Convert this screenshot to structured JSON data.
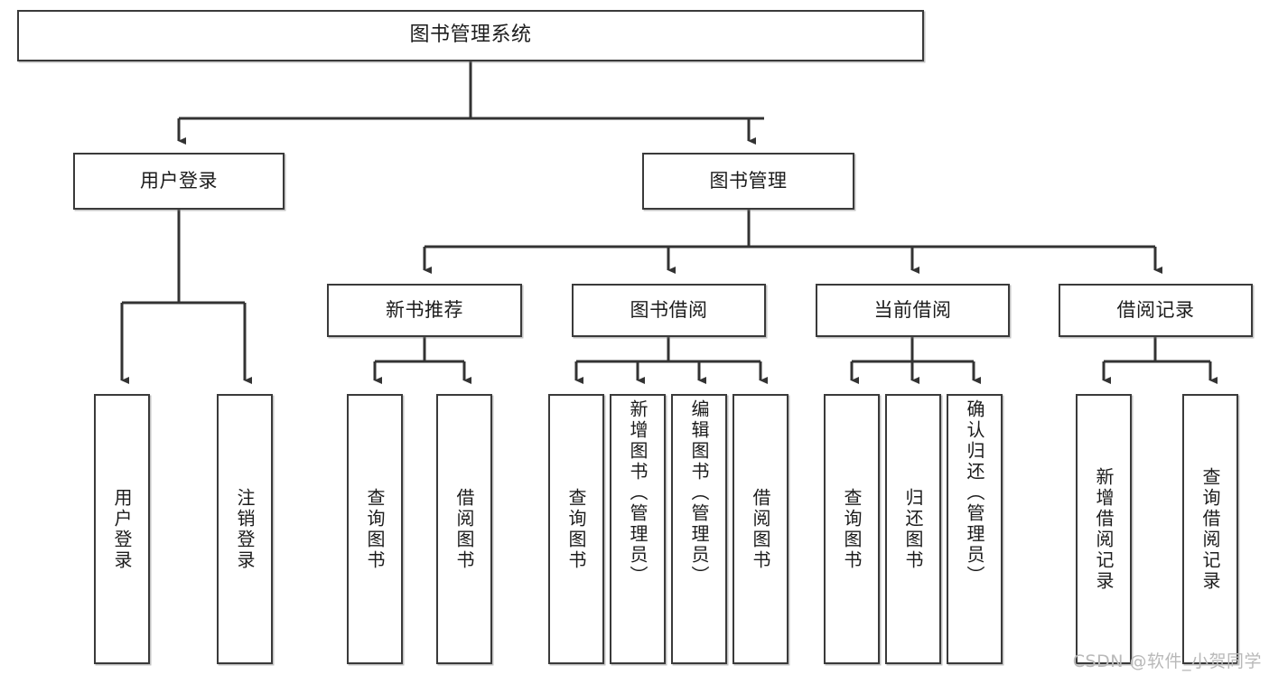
{
  "diagram": {
    "type": "tree",
    "title": "图书管理系统",
    "watermark": "CSDN @软件_小贺同学",
    "colors": {
      "box_border": "#3a3a3a",
      "box_fill": "#ffffff",
      "connector": "#333333",
      "text": "#1c1c1c",
      "watermark": "#b9b9b9"
    },
    "nodes": {
      "root": {
        "label": "图书管理系统"
      },
      "level2": [
        {
          "id": "user-login",
          "label": "用户登录"
        },
        {
          "id": "book-manage",
          "label": "图书管理"
        }
      ],
      "level3": [
        {
          "id": "new-book-recommend",
          "label": "新书推荐"
        },
        {
          "id": "book-borrow",
          "label": "图书借阅"
        },
        {
          "id": "current-borrow",
          "label": "当前借阅"
        },
        {
          "id": "borrow-record",
          "label": "借阅记录"
        }
      ],
      "leaves": {
        "user-login": [
          {
            "id": "leaf-user-login",
            "label": "用户登录"
          },
          {
            "id": "leaf-user-logout",
            "label": "注销登录"
          }
        ],
        "new-book-recommend": [
          {
            "id": "leaf-query-book-1",
            "label": "查询图书"
          },
          {
            "id": "leaf-borrow-book-1",
            "label": "借阅图书"
          }
        ],
        "book-borrow": [
          {
            "id": "leaf-query-book-2",
            "label": "查询图书"
          },
          {
            "id": "leaf-add-book",
            "label": "新增图书（管理员）"
          },
          {
            "id": "leaf-edit-book",
            "label": "编辑图书（管理员）"
          },
          {
            "id": "leaf-borrow-book-2",
            "label": "借阅图书"
          }
        ],
        "current-borrow": [
          {
            "id": "leaf-query-book-3",
            "label": "查询图书"
          },
          {
            "id": "leaf-return-book",
            "label": "归还图书"
          },
          {
            "id": "leaf-confirm-return",
            "label": "确认归还（管理员）"
          }
        ],
        "borrow-record": [
          {
            "id": "leaf-add-record",
            "label": "新增借阅记录"
          },
          {
            "id": "leaf-query-record",
            "label": "查询借阅记录"
          }
        ]
      }
    }
  }
}
